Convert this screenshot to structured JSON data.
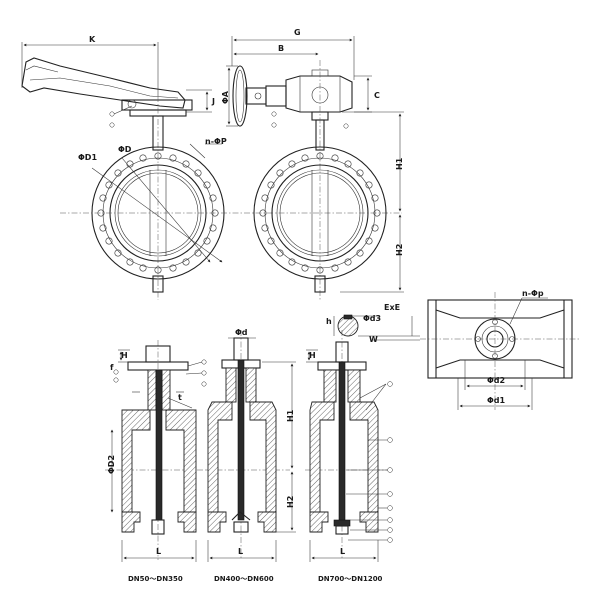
{
  "top_view_labels": {
    "K": "K",
    "B": "B",
    "G": "G",
    "phiA": "ΦA",
    "J": "J",
    "C": "C",
    "phiD1": "ΦD1",
    "phiD": "ΦD",
    "nphiP": "n-ΦP",
    "H1": "H1",
    "H2": "H2"
  },
  "detail_labels": {
    "ExE": "ExE",
    "nphip": "n-Φp",
    "phid2": "Φd2",
    "phid1": "Φd1",
    "h": "h",
    "phid3": "Φd3",
    "W": "W"
  },
  "section_labels": {
    "H": "H",
    "f": "f",
    "t": "t",
    "phid": "Φd",
    "phiD2": "ΦD2",
    "H1": "H1",
    "H2": "H2",
    "L": "L"
  },
  "captions": {
    "small": "DN50～DN350",
    "medium": "DN400～DN600",
    "large": "DN700～DN1200"
  }
}
